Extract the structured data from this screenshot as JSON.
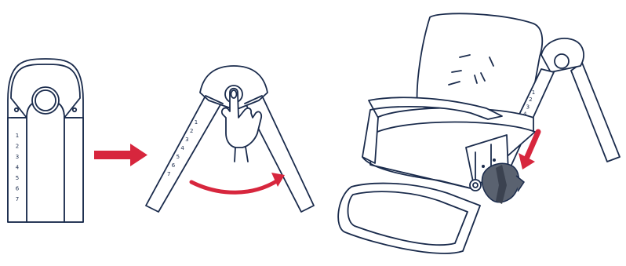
{
  "diagram": {
    "steps": [
      {
        "id": "step-1",
        "description": "folded leg hinge with height scale"
      },
      {
        "id": "step-2",
        "description": "press center button and open legs"
      },
      {
        "id": "step-3",
        "description": "set seat height on leg scale"
      }
    ],
    "scale_labels": [
      "1",
      "2",
      "3",
      "4",
      "5",
      "6",
      "7"
    ],
    "colors": {
      "line": "#1a2b4c",
      "accent": "#d7263d",
      "knob": "#5a6270"
    },
    "icons": [
      "arrow-right-icon",
      "curved-arrow-icon",
      "down-arrow-icon",
      "finger-press-icon"
    ]
  }
}
